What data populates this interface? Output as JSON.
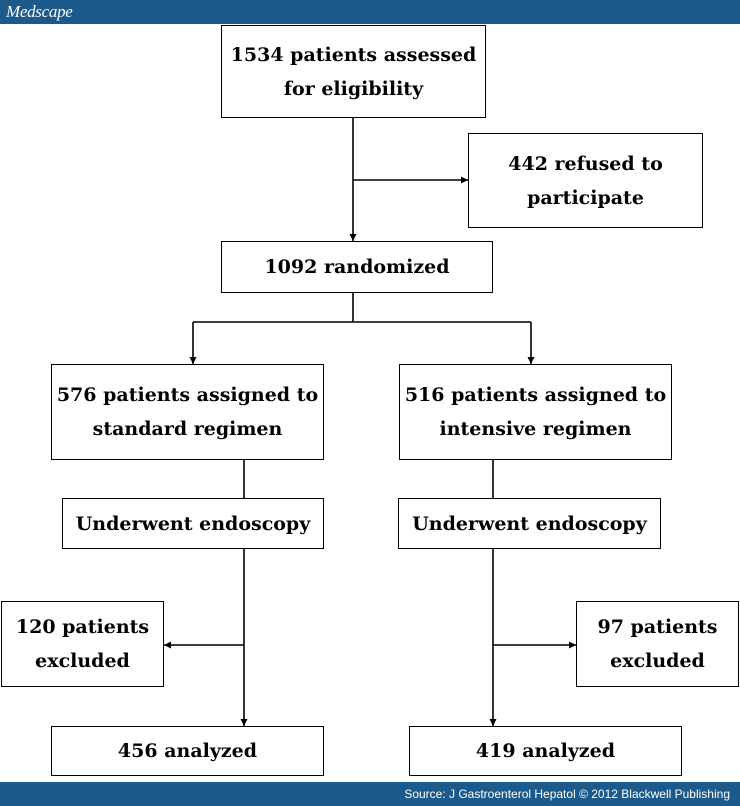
{
  "header": {
    "brand": "Medscape"
  },
  "footer": {
    "source": "Source: J Gastroenterol Hepatol © 2012 Blackwell Publishing"
  },
  "flow": {
    "assessed": {
      "line1": "1534 patients assessed",
      "line2": "for eligibility"
    },
    "refused": {
      "line1": "442 refused to",
      "line2": "participate"
    },
    "randomized": {
      "label": "1092 randomized"
    },
    "standard": {
      "line1": "576 patients assigned to",
      "line2": "standard regimen"
    },
    "intensive": {
      "line1": "516 patients assigned to",
      "line2": "intensive regimen"
    },
    "endo_left": {
      "label": "Underwent endoscopy"
    },
    "endo_right": {
      "label": "Underwent endoscopy"
    },
    "excluded_left": {
      "line1": "120 patients",
      "line2": "excluded"
    },
    "excluded_right": {
      "line1": "97 patients",
      "line2": "excluded"
    },
    "analyzed_left": {
      "label": "456 analyzed"
    },
    "analyzed_right": {
      "label": "419 analyzed"
    }
  }
}
